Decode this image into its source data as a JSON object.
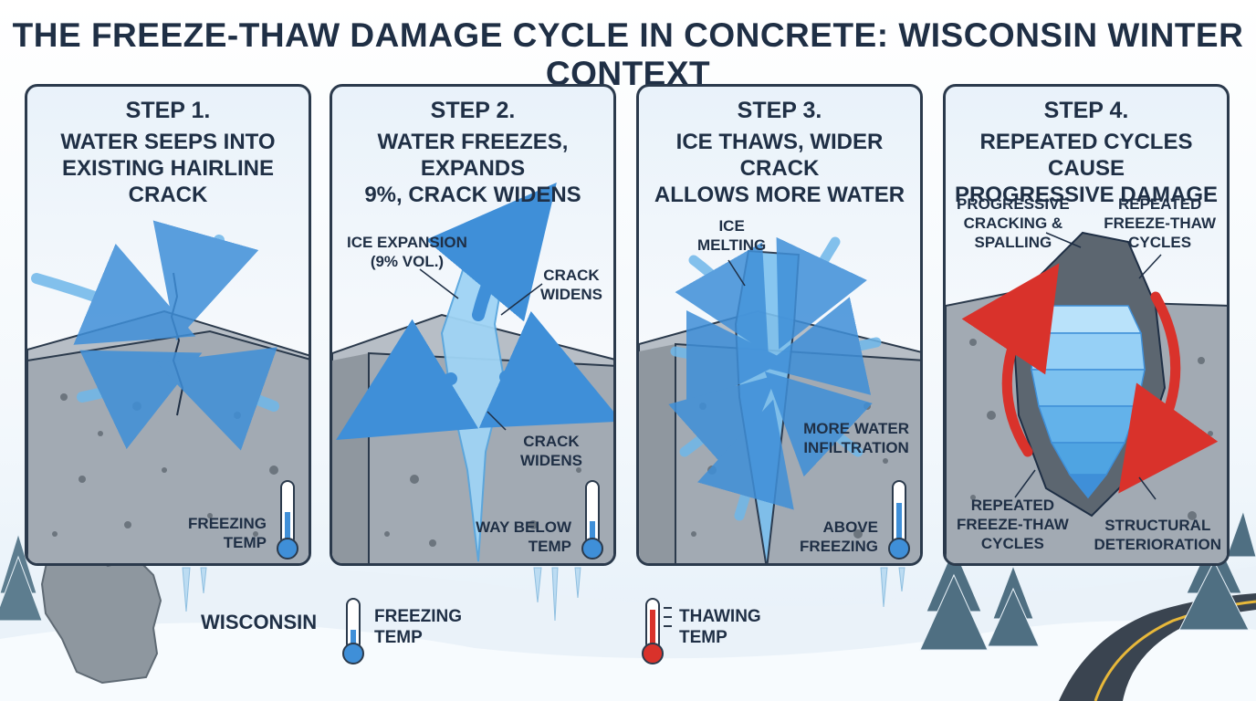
{
  "title": "THE FREEZE-THAW DAMAGE CYCLE IN CONCRETE: WISCONSIN WINTER CONTEXT",
  "colors": {
    "ice": "#6fb7ea",
    "arrow": "#3f8fd8",
    "concrete": "#9aa3ad",
    "warm": "#d9322b",
    "outline": "#2b3a4c"
  },
  "steps": [
    {
      "label": "STEP 1.",
      "desc_l1": "WATER SEEPS INTO",
      "desc_l2": "EXISTING HAIRLINE CRACK",
      "temp_l1": "FREEZING",
      "temp_l2": "TEMP",
      "thermometer_icon": "thermometer-cold-icon"
    },
    {
      "label": "STEP 2.",
      "desc_l1": "WATER FREEZES, EXPANDS",
      "desc_l2": "9%, CRACK WIDENS",
      "callout_ice_l1": "ICE EXPANSION",
      "callout_ice_l2": "(9% VOL.)",
      "callout_crack_top_l1": "CRACK",
      "callout_crack_top_l2": "WIDENS",
      "callout_crack_bottom_l1": "CRACK",
      "callout_crack_bottom_l2": "WIDENS",
      "temp_l1": "WAY BELOW",
      "temp_l2": "TEMP",
      "thermometer_icon": "thermometer-cold-icon"
    },
    {
      "label": "STEP 3.",
      "desc_l1": "ICE THAWS, WIDER CRACK",
      "desc_l2": "ALLOWS MORE WATER",
      "callout_melt_l1": "ICE",
      "callout_melt_l2": "MELTING",
      "callout_infil_l1": "MORE WATER",
      "callout_infil_l2": "INFILTRATION",
      "temp_l1": "ABOVE",
      "temp_l2": "FREEZING",
      "thermometer_icon": "thermometer-mild-icon"
    },
    {
      "label": "STEP 4.",
      "desc_l1": "REPEATED CYCLES CAUSE",
      "desc_l2": "PROGRESSIVE DAMAGE",
      "callout_spall_l1": "PROGRESSIVE",
      "callout_spall_l2": "CRACKING &",
      "callout_spall_l3": "SPALLING",
      "callout_cycles_top_l1": "REPEATED",
      "callout_cycles_top_l2": "FREEZE-THAW",
      "callout_cycles_top_l3": "CYCLES",
      "callout_cycles_bottom_l1": "REPEATED",
      "callout_cycles_bottom_l2": "FREEZE-THAW",
      "callout_cycles_bottom_l3": "CYCLES",
      "callout_struct_l1": "STRUCTURAL",
      "callout_struct_l2": "DETERIORATION"
    }
  ],
  "bottom": {
    "state_label": "WISCONSIN",
    "freezing_l1": "FREEZING",
    "freezing_l2": "TEMP",
    "thawing_l1": "THAWING",
    "thawing_l2": "TEMP"
  }
}
